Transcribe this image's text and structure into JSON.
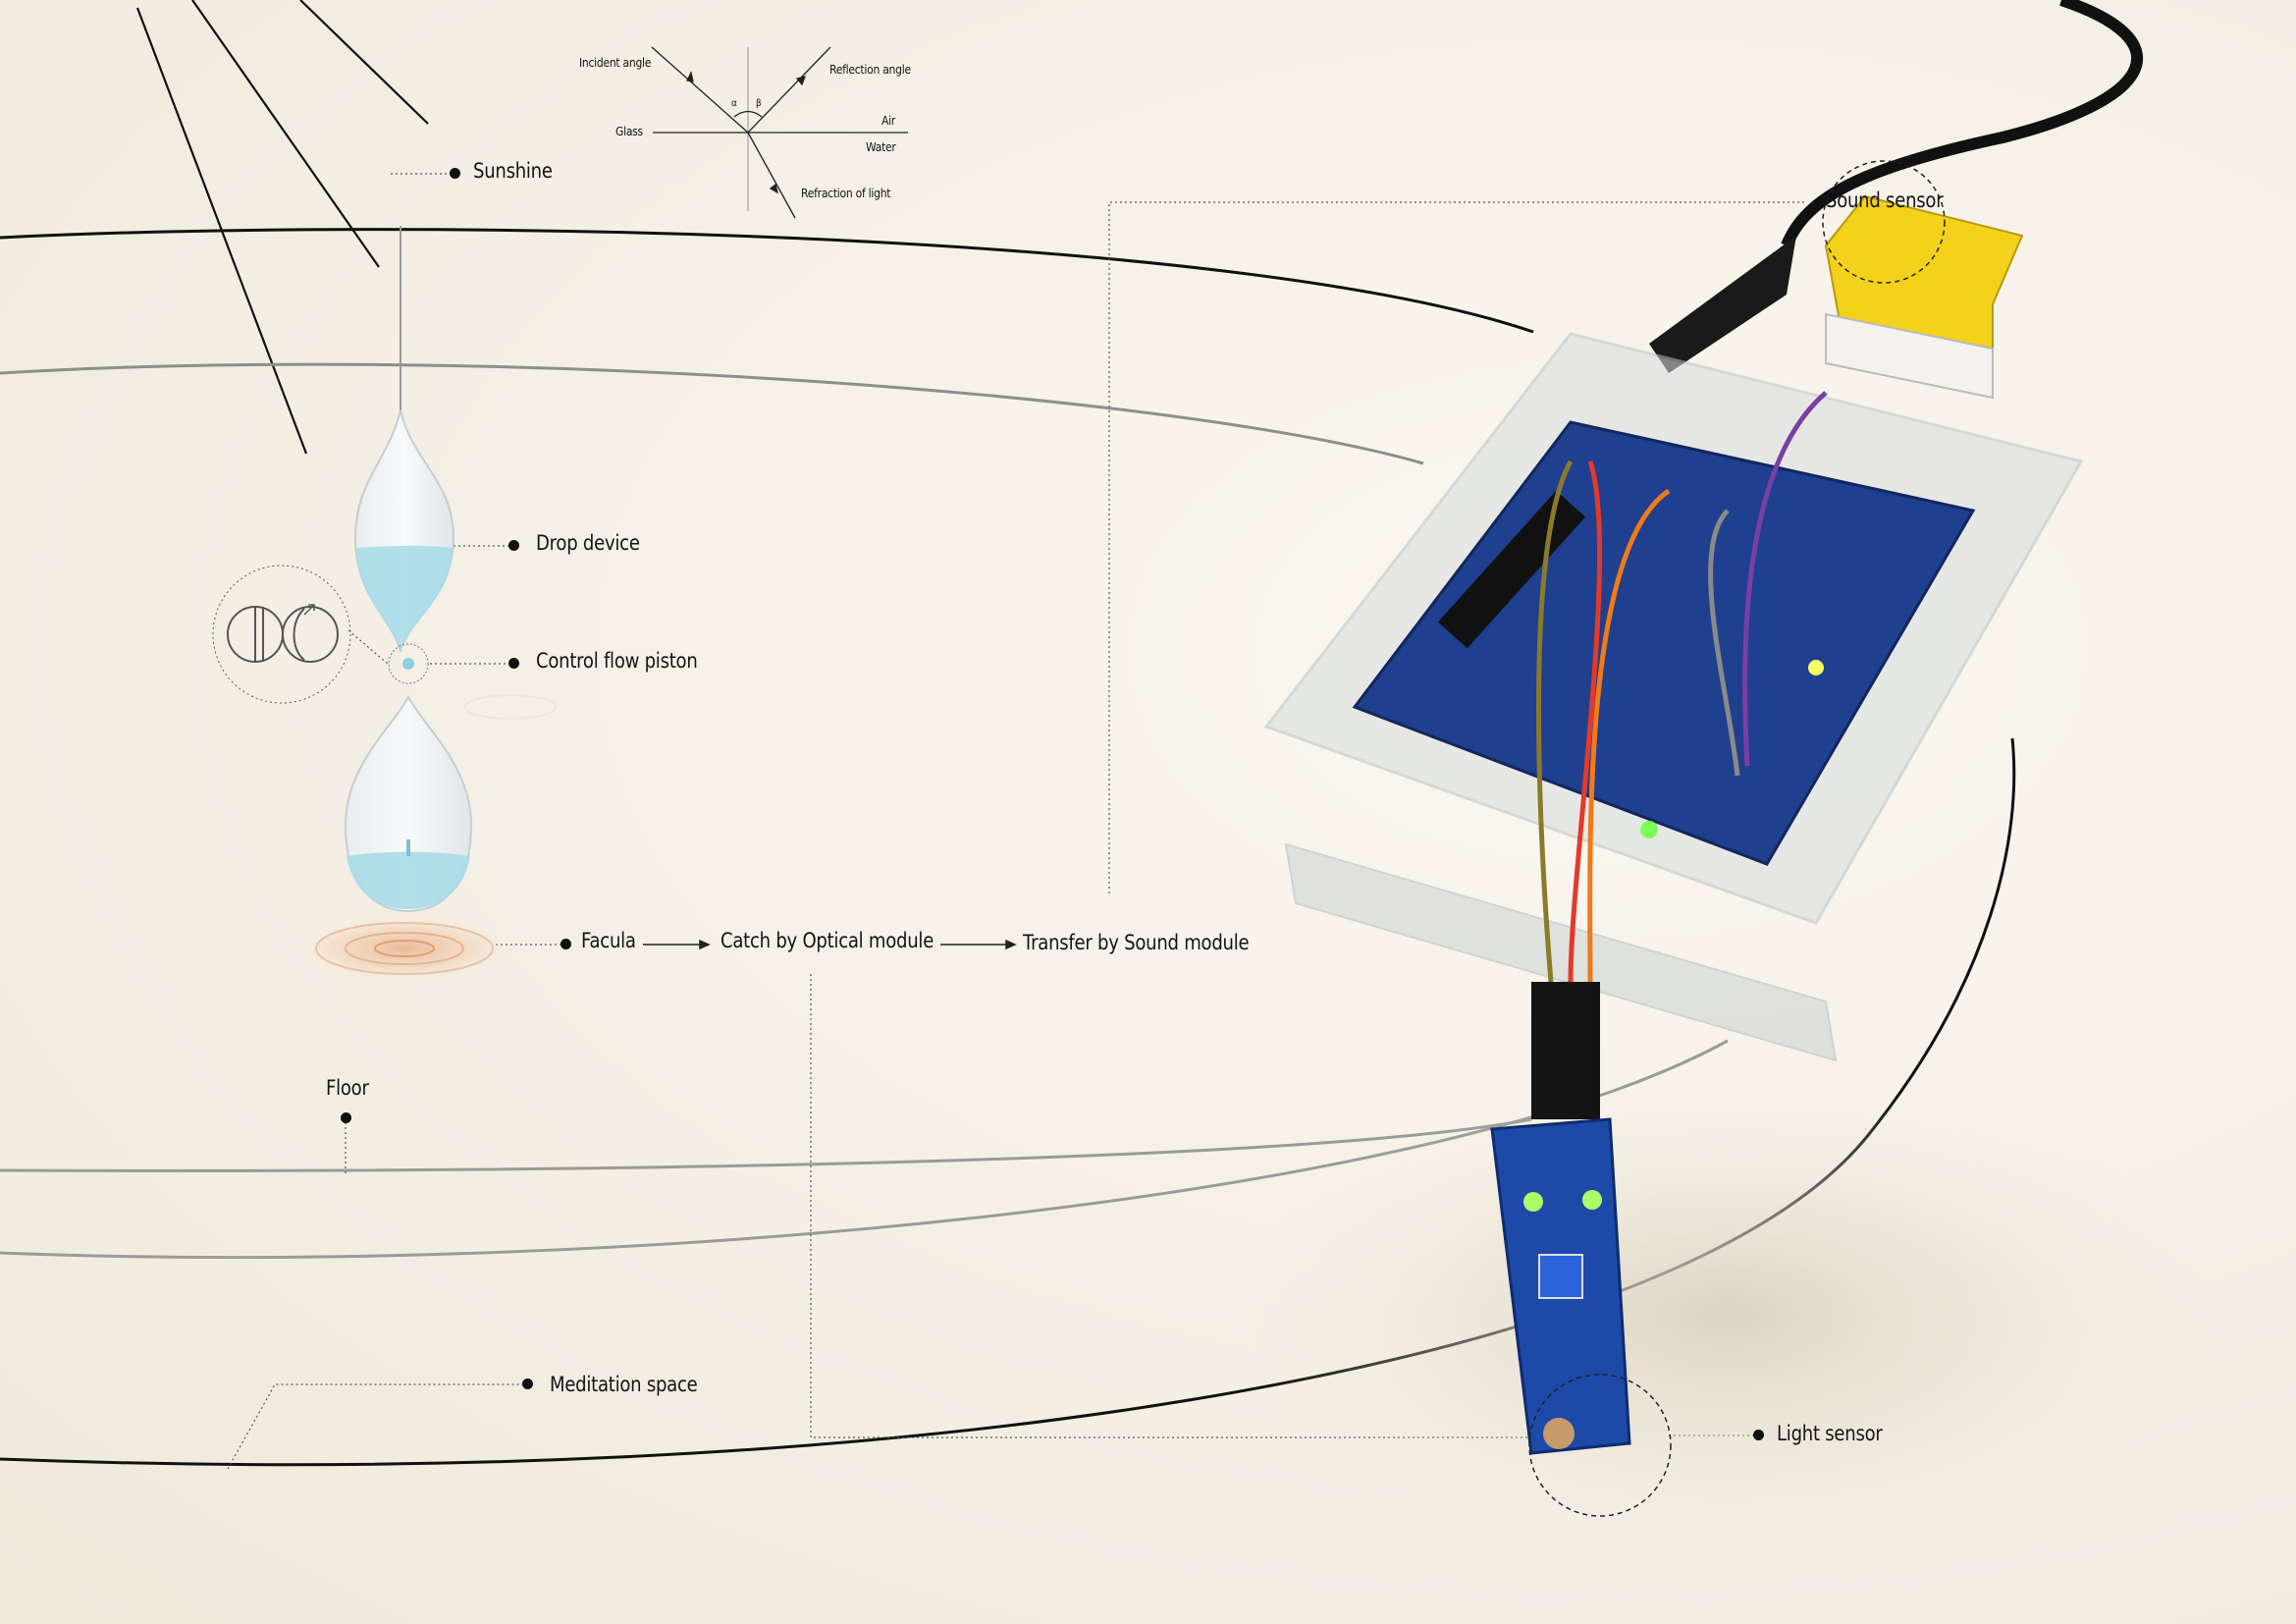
{
  "labels": {
    "sunshine": "Sunshine",
    "drop_device": "Drop device",
    "control_flow_piston": "Control flow piston",
    "facula": "Facula",
    "catch_optical": "Catch by Optical module",
    "transfer_sound": "Transfer by Sound module",
    "floor": "Floor",
    "meditation_space": "Meditation space",
    "sound_sensor": "Sound sensor",
    "light_sensor": "Light sensor"
  },
  "optics": {
    "incident_angle": "Incident angle",
    "reflection_angle": "Reflection angle",
    "glass": "Glass",
    "air": "Air",
    "water": "Water",
    "refraction": "Refraction of light",
    "alpha": "α",
    "beta": "β"
  },
  "colors": {
    "ink": "#141414",
    "water": "#a9dbe8",
    "board": "#1f3f8f",
    "sensor_cap": "#f2d21a"
  }
}
